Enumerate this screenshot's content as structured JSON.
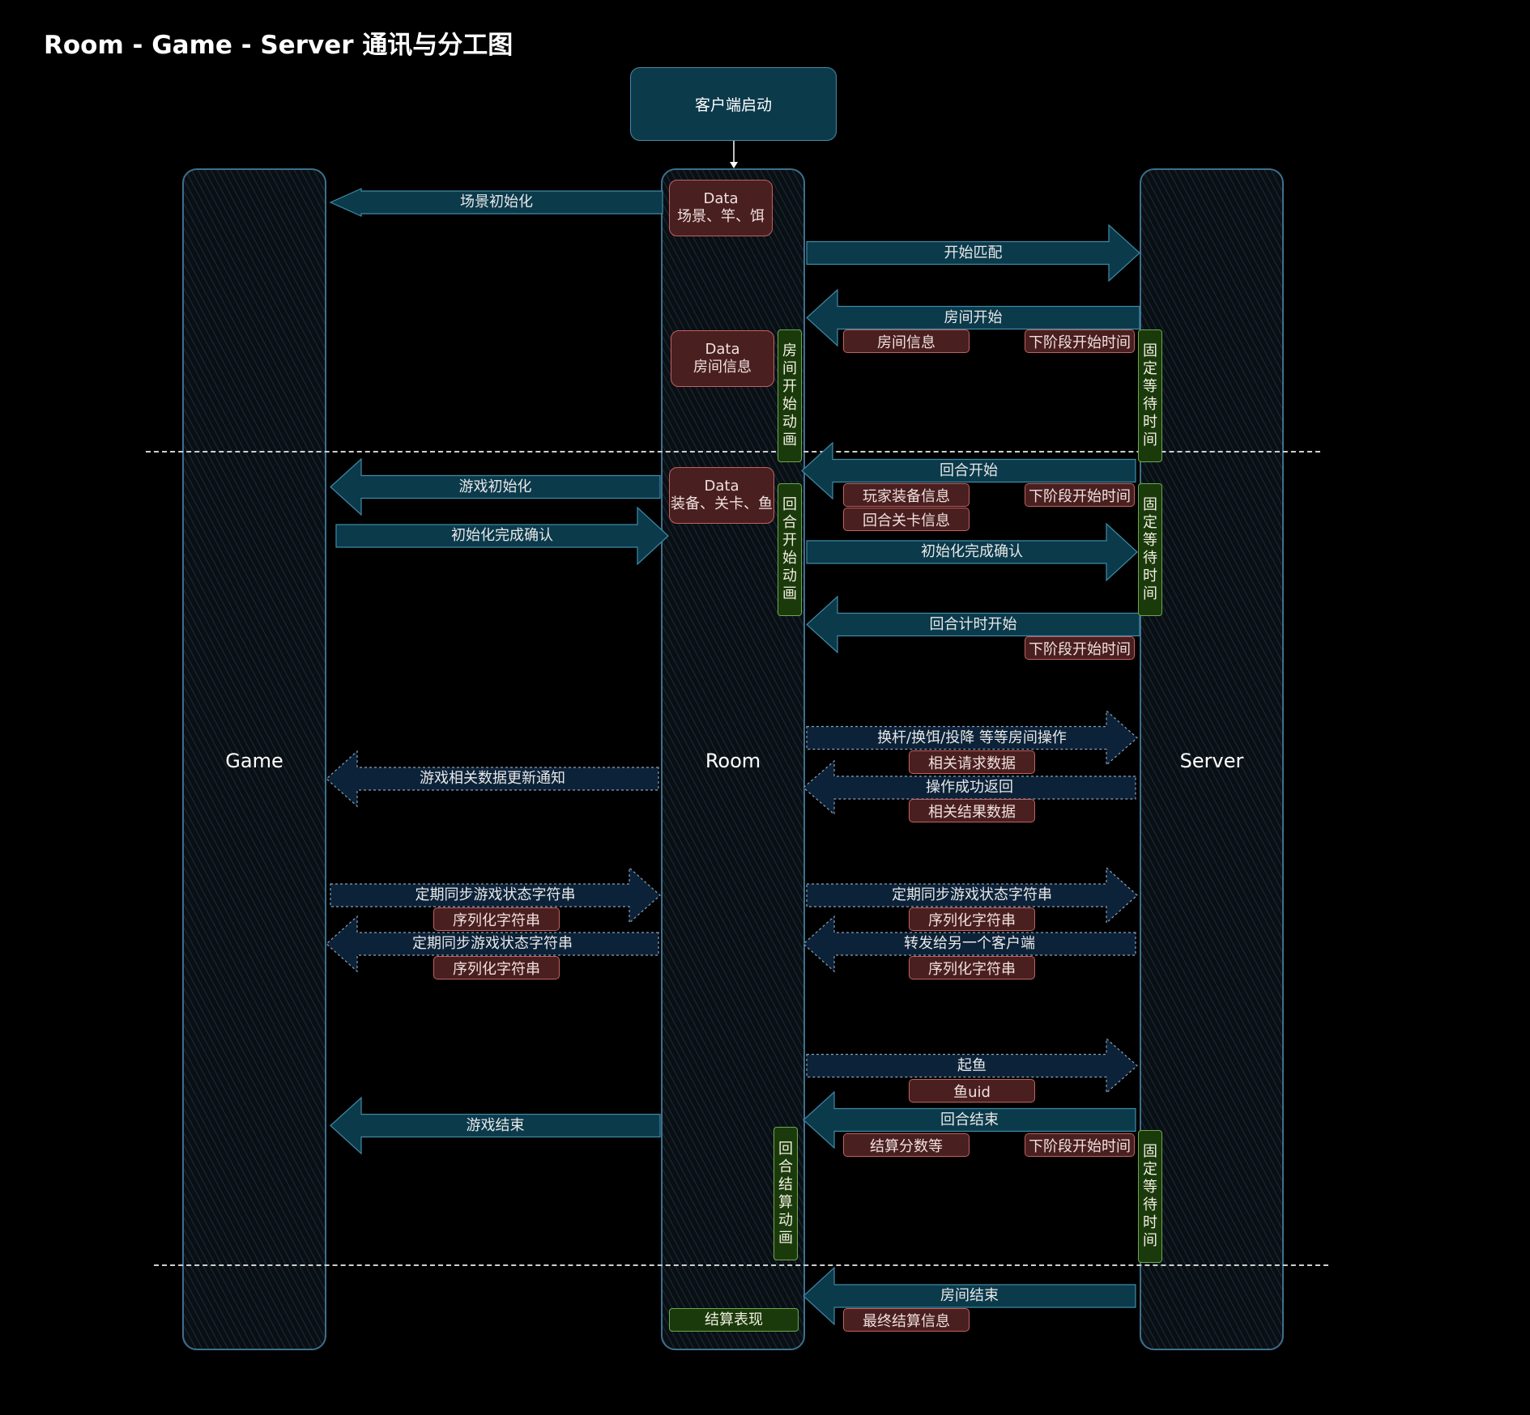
{
  "title": "Room - Game - Server 通讯与分工图",
  "start_node": "客户端启动",
  "lanes": {
    "game": "Game",
    "room": "Room",
    "server": "Server"
  },
  "data_boxes": {
    "scene": {
      "line1": "Data",
      "line2": "场景、竿、饵"
    },
    "room_info": {
      "line1": "Data",
      "line2": "房间信息"
    },
    "equip": {
      "line1": "Data",
      "line2": "装备、关卡、鱼"
    }
  },
  "messages": {
    "scene_init": "场景初始化",
    "start_match": "开始匹配",
    "room_start": "房间开始",
    "round_start": "回合开始",
    "game_init": "游戏初始化",
    "init_done_game": "初始化完成确认",
    "init_done_server": "初始化完成确认",
    "round_timer": "回合计时开始",
    "room_ops": "换杆/换饵/投降  等等房间操作",
    "op_success": "操作成功返回",
    "game_data_notify": "游戏相关数据更新通知",
    "sync_to_room": "定期同步游戏状态字符串",
    "sync_to_game": "定期同步游戏状态字符串",
    "sync_to_server": "定期同步游戏状态字符串",
    "forward_client": "转发给另一个客户端",
    "fish_up": "起鱼",
    "round_end": "回合结束",
    "game_end": "游戏结束",
    "room_end": "房间结束"
  },
  "tags": {
    "room_info": "房间信息",
    "next_phase_1": "下阶段开始时间",
    "player_equip": "玩家装备信息",
    "next_phase_2": "下阶段开始时间",
    "round_level": "回合关卡信息",
    "next_phase_3": "下阶段开始时间",
    "req_data": "相关请求数据",
    "result_data": "相关结果数据",
    "serial_1": "序列化字符串",
    "serial_2": "序列化字符串",
    "serial_3": "序列化字符串",
    "serial_4": "序列化字符串",
    "fish_uid": "鱼uid",
    "score": "结算分数等",
    "next_phase_4": "下阶段开始时间",
    "final_result": "最终结算信息"
  },
  "vertical_labels": {
    "room_anim_1": [
      "房",
      "间",
      "开",
      "始",
      "动",
      "画"
    ],
    "round_anim": [
      "回",
      "合",
      "开",
      "始",
      "动",
      "画"
    ],
    "settle_anim": [
      "回",
      "合",
      "结",
      "算",
      "动",
      "画"
    ],
    "wait_1": [
      "固",
      "定",
      "等",
      "待",
      "时",
      "间"
    ],
    "wait_2": [
      "固",
      "定",
      "等",
      "待",
      "时",
      "间"
    ],
    "wait_3": [
      "固",
      "定",
      "等",
      "待",
      "时",
      "间"
    ]
  },
  "settle_show": "结算表现",
  "colors": {
    "solid_arrow_fill": "#0b3a4b",
    "solid_arrow_stroke": "#3f8aa6",
    "dashed_arrow_fill": "#0c2238",
    "data_box_fill": "#4a1f1f",
    "data_box_border": "#c46060",
    "green_box_fill": "#1b3a0c",
    "green_box_border": "#6aa84f"
  }
}
